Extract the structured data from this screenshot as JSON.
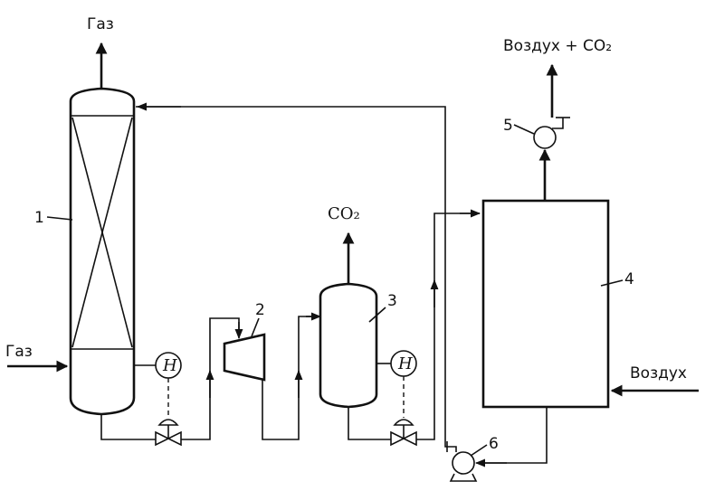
{
  "labels": {
    "gas_out": "Газ",
    "gas_in": "Газ",
    "air_co2": "Воздух + CO₂",
    "co2": "CO₂",
    "air_in": "Воздух",
    "h1": "H",
    "h2": "H"
  },
  "numbers": {
    "n1": "1",
    "n2": "2",
    "n3": "3",
    "n4": "4",
    "n5": "5",
    "n6": "6"
  }
}
